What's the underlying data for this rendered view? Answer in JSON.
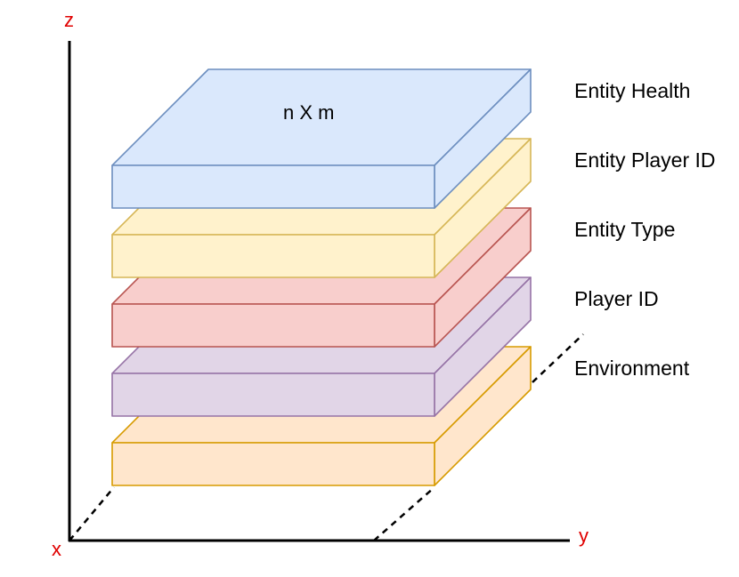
{
  "axes": {
    "z_label": "z",
    "x_label": "x",
    "y_label": "y",
    "label_color": "#e00000"
  },
  "top_layer_text": "n X m",
  "layers": [
    {
      "name": "Entity Health",
      "fill": "#dae8fc",
      "stroke": "#6c8ebf"
    },
    {
      "name": "Entity Player ID",
      "fill": "#fff2cc",
      "stroke": "#d6b656"
    },
    {
      "name": "Entity Type",
      "fill": "#f8cecc",
      "stroke": "#b85450"
    },
    {
      "name": "Player ID",
      "fill": "#e1d5e7",
      "stroke": "#9673a6"
    },
    {
      "name": "Environment",
      "fill": "#ffe6cc",
      "stroke": "#d79b00"
    }
  ]
}
